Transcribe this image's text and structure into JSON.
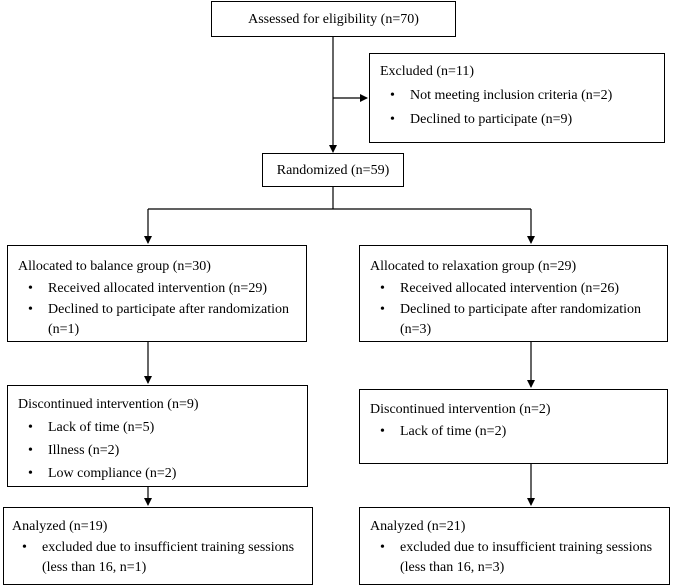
{
  "assessed": {
    "title": "Assessed for eligibility (n=70)"
  },
  "excluded": {
    "title": "Excluded (n=11)",
    "items": [
      "Not meeting inclusion criteria (n=2)",
      "Declined to participate (n=9)"
    ]
  },
  "randomized": {
    "title": "Randomized (n=59)"
  },
  "balance": {
    "allocated": {
      "title": "Allocated to balance group (n=30)",
      "items": [
        "Received allocated intervention (n=29)",
        "Declined to participate after randomization (n=1)"
      ]
    },
    "discontinued": {
      "title": "Discontinued intervention (n=9)",
      "items": [
        "Lack of time (n=5)",
        "Illness (n=2)",
        "Low compliance (n=2)"
      ]
    },
    "analyzed": {
      "title": "Analyzed (n=19)",
      "items": [
        "excluded due to insufficient training sessions (less than 16, n=1)"
      ]
    }
  },
  "relaxation": {
    "allocated": {
      "title": "Allocated to relaxation group (n=29)",
      "items": [
        "Received allocated intervention (n=26)",
        "Declined to participate after randomization (n=3)"
      ]
    },
    "discontinued": {
      "title": "Discontinued intervention (n=2)",
      "items": [
        "Lack of time (n=2)"
      ]
    },
    "analyzed": {
      "title": "Analyzed (n=21)",
      "items": [
        "excluded due to insufficient training sessions (less than 16, n=3)"
      ]
    }
  }
}
